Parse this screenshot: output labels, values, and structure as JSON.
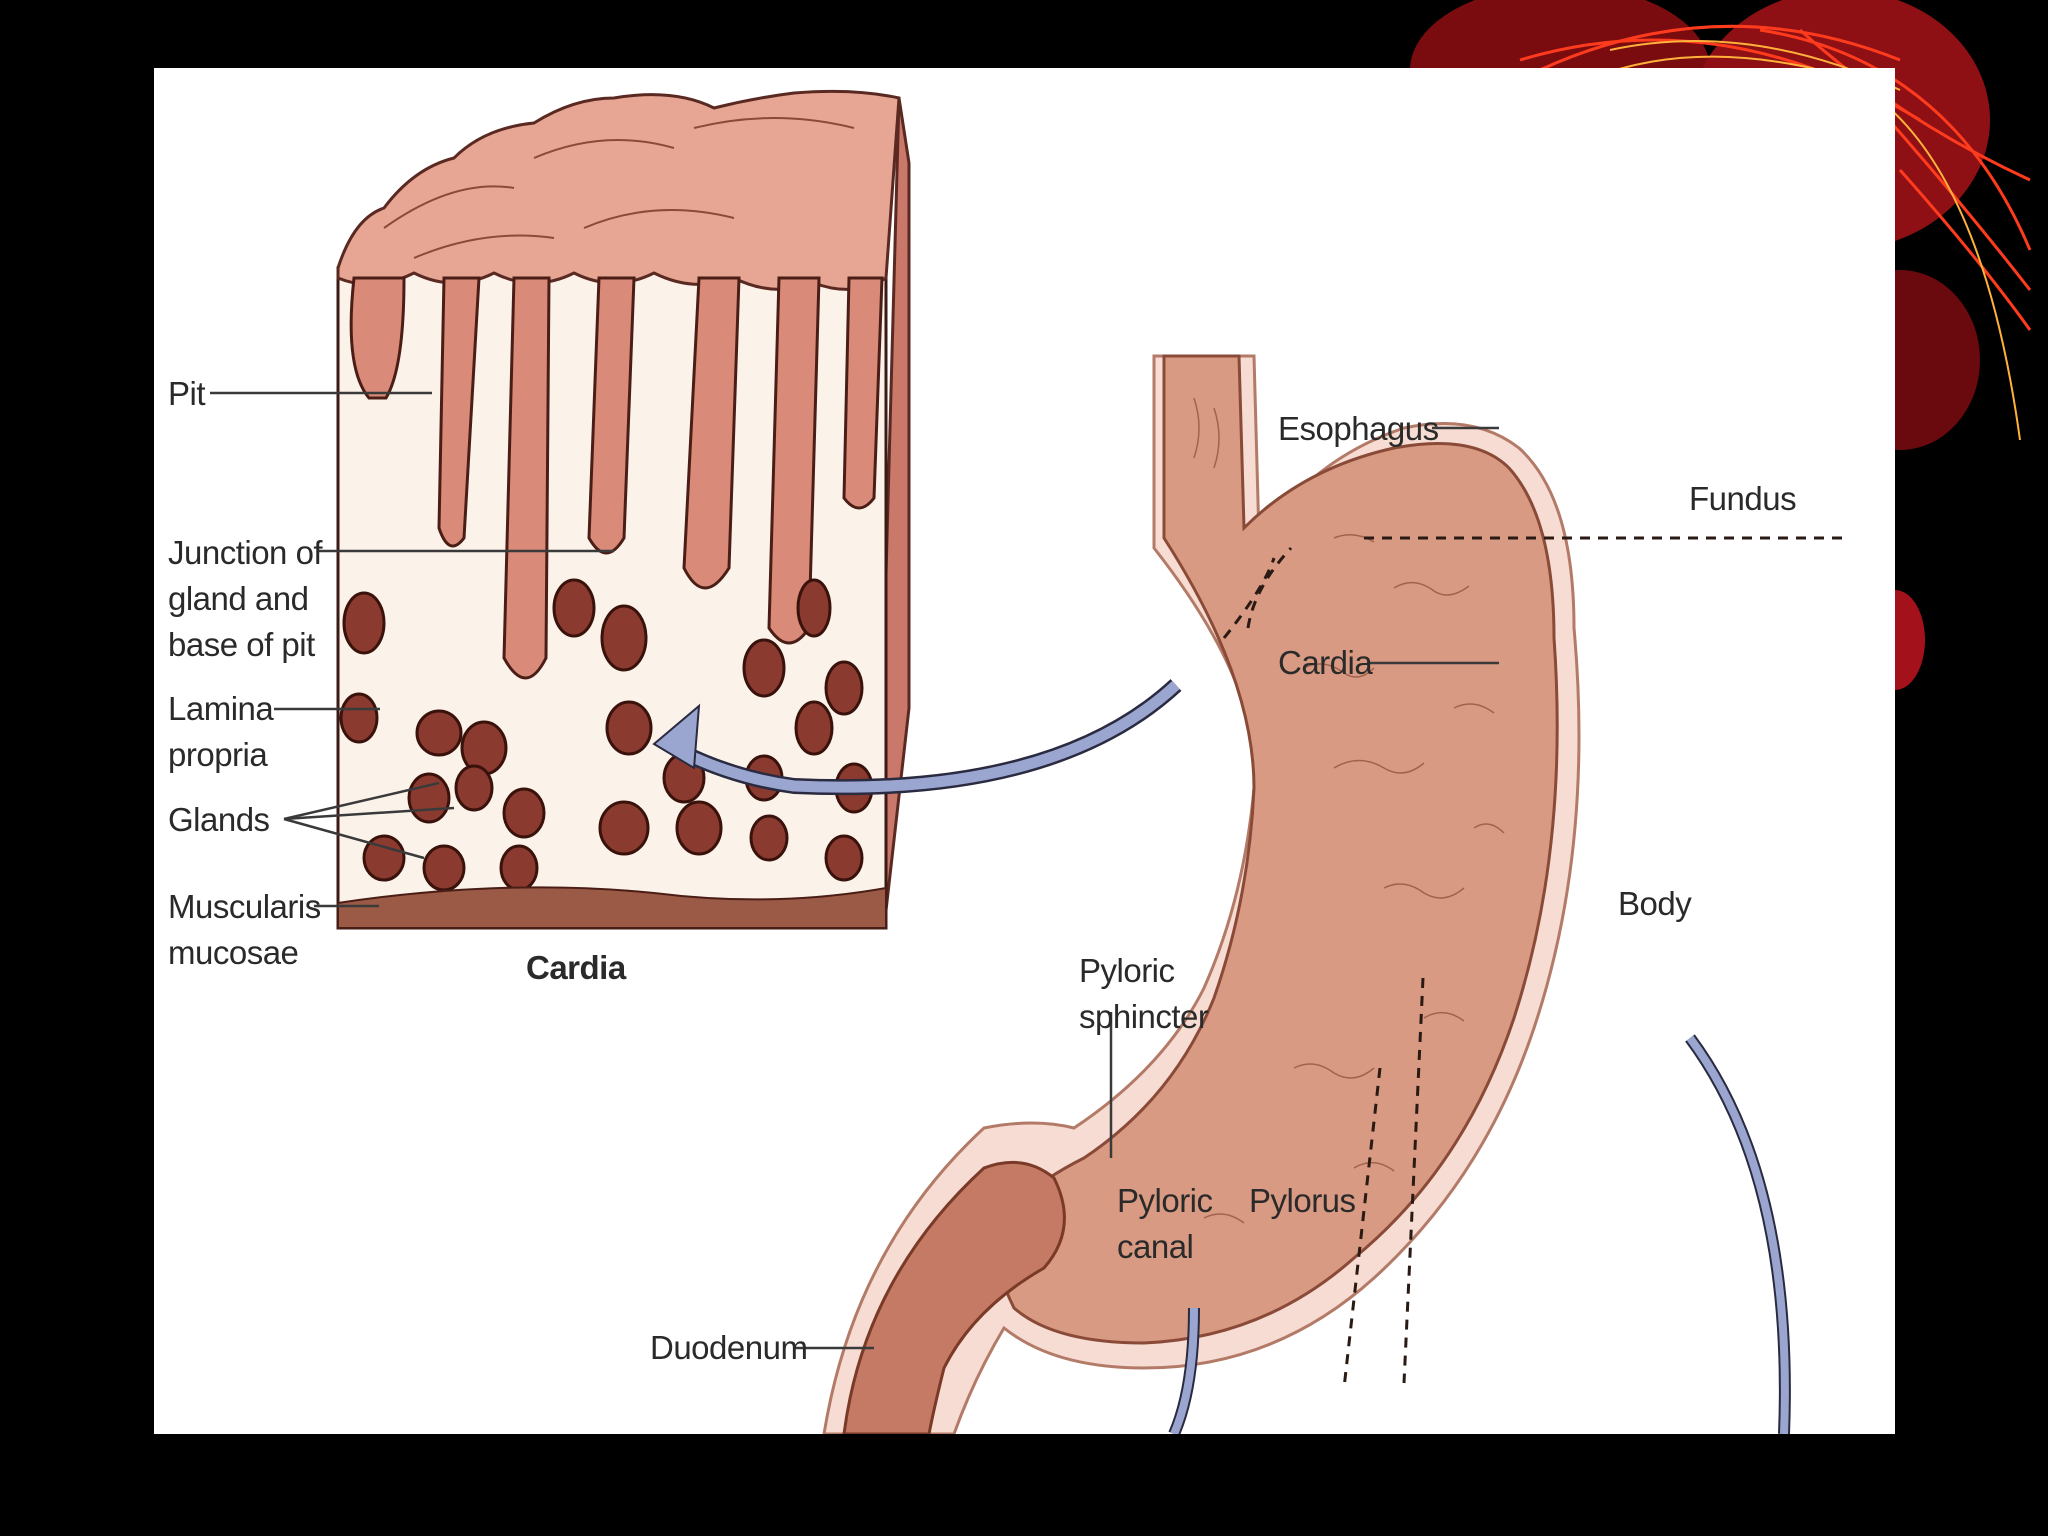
{
  "colors": {
    "background": "#000000",
    "panel": "#ffffff",
    "stomach": "#d99a83",
    "stomach_edge": "#9a5a46",
    "mucosa": "#c9786a",
    "arrow": "#9aa6cf",
    "decoration": "#b0141a"
  },
  "labels": {
    "pit": "Pit",
    "junction": "Junction of\ngland and\nbase of pit",
    "lamina": "Lamina\npropria",
    "glands": "Glands",
    "muscularis": "Muscularis\nmucosae",
    "cardia_caption": "Cardia",
    "esophagus": "Esophagus",
    "fundus": "Fundus",
    "cardia": "Cardia",
    "body": "Body",
    "pyloric_sphincter": "Pyloric\nsphincter",
    "pyloric_canal": "Pyloric\ncanal",
    "pylorus": "Pylorus",
    "duodenum": "Duodenum"
  }
}
